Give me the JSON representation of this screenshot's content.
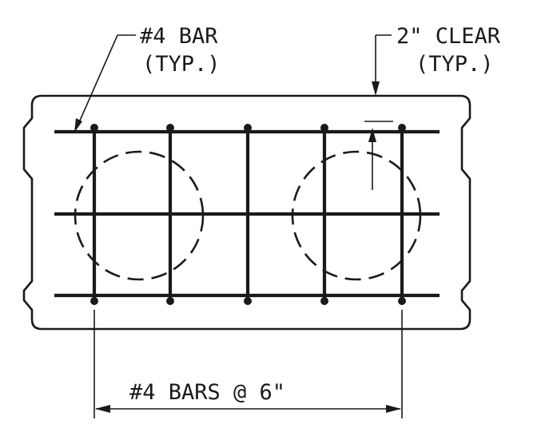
{
  "labels": {
    "bar_callout_line1": "#4 BAR",
    "bar_callout_line2": "(TYP.)",
    "clear_callout_line1": "2\" CLEAR",
    "clear_callout_line2": "(TYP.)",
    "spacing_callout": "#4 BARS @ 6\""
  },
  "colors": {
    "ink": "#1a1a1a",
    "background": "#ffffff"
  }
}
